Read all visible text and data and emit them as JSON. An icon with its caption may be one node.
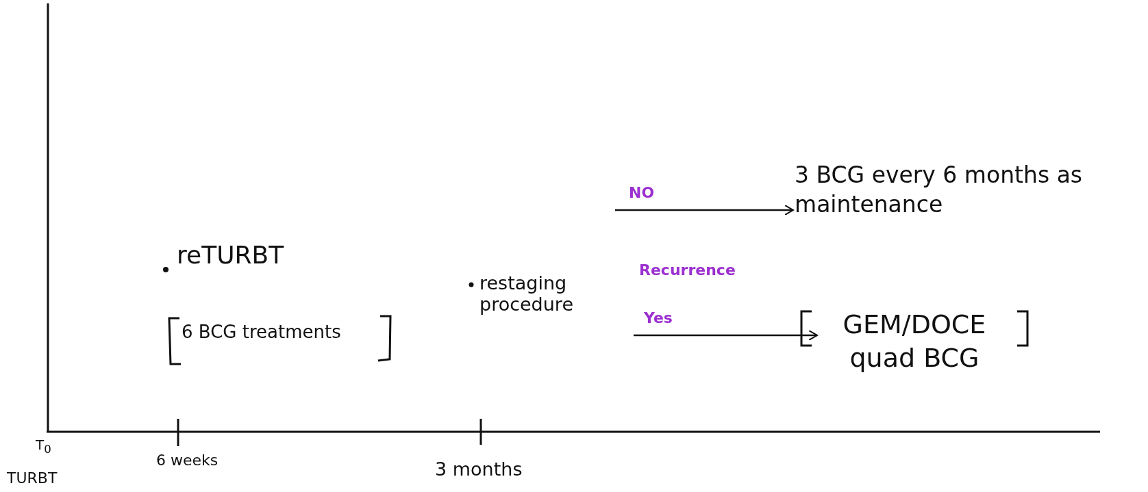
{
  "diagram": {
    "nodes": [
      {
        "text": [
          "3 BCG every 6 months as maintenance"
        ]
      },
      {
        "text": [
          "GEM/DOCE",
          "quad BCG"
        ]
      }
    ],
    "edges": [
      {
        "from": null,
        "to": 0,
        "arrow": "to",
        "label": "NO"
      },
      {
        "from": null,
        "to": 1,
        "arrow": "to",
        "label": "Yes"
      }
    ],
    "labels": [
      "reTURBT",
      "Recurrence",
      "restaging procedure",
      "6 BCG treatments",
      "T$_{0}$",
      "TURBT",
      "6 weeks",
      "3 months"
    ]
  }
}
